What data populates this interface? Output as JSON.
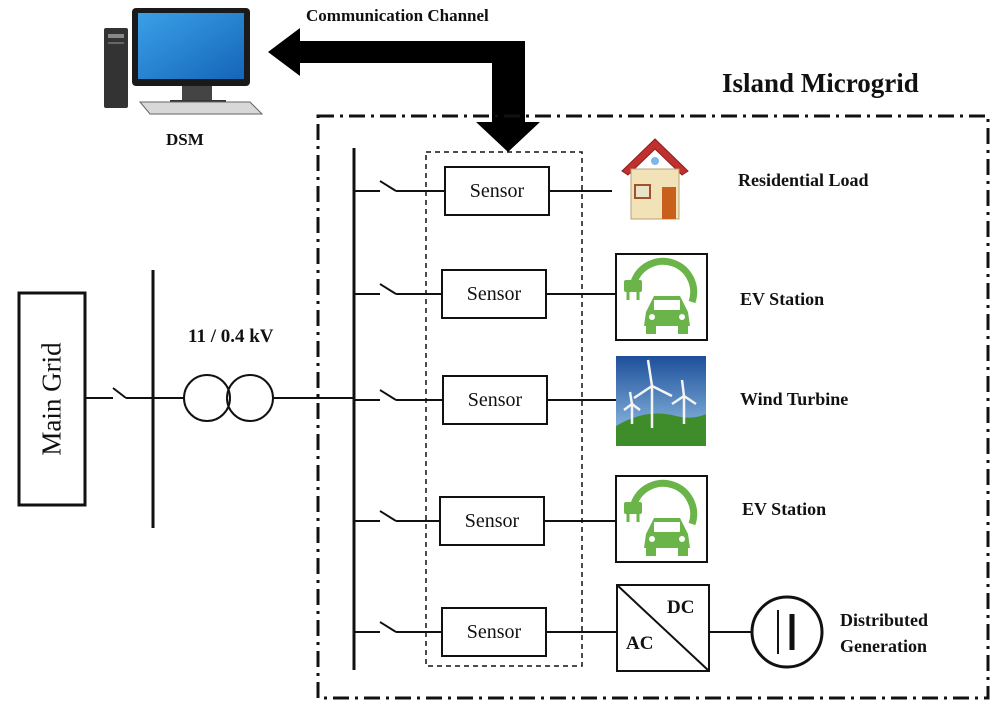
{
  "communication_channel": "Communication Channel",
  "dsm": "DSM",
  "microgrid_title": "Island Microgrid",
  "main_grid": "Main Grid",
  "transformer_rating": "11 / 0.4 kV",
  "sensor_label": "Sensor",
  "loads": [
    {
      "name": "Residential Load",
      "icon": "house-icon"
    },
    {
      "name": "EV Station",
      "icon": "ev-charger-icon"
    },
    {
      "name": "Wind Turbine",
      "icon": "wind-turbine-icon"
    },
    {
      "name": "EV Station",
      "icon": "ev-charger-icon"
    },
    {
      "name": "Distributed\nGeneration",
      "icon": "battery-source-icon"
    }
  ],
  "converter": {
    "ac": "AC",
    "dc": "DC"
  },
  "colors": {
    "ev_green": "#6ab44a",
    "roof_red": "#c0302e",
    "sky_blue": "#3a78c0",
    "grass_green": "#3f8c2a"
  }
}
